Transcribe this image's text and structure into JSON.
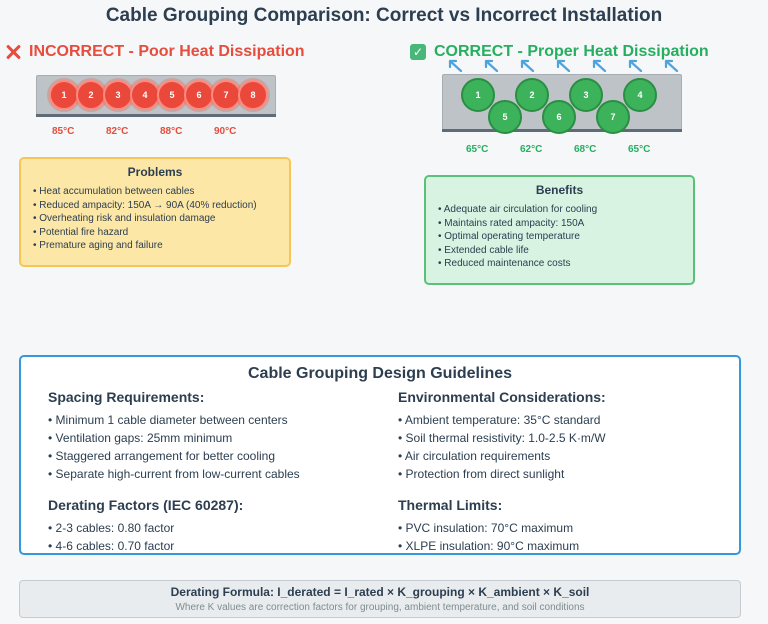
{
  "title": "Cable Grouping Comparison: Correct vs Incorrect Installation",
  "incorrect": {
    "heading": "INCORRECT - Poor Heat Dissipation",
    "cables": [
      "1",
      "2",
      "3",
      "4",
      "5",
      "6",
      "7",
      "8"
    ],
    "temperatures": [
      "85°C",
      "82°C",
      "88°C",
      "90°C"
    ],
    "color": "#e74c3c"
  },
  "correct": {
    "heading": "CORRECT - Proper Heat Dissipation",
    "cables": [
      "1",
      "2",
      "3",
      "4",
      "5",
      "6",
      "7"
    ],
    "temperatures": [
      "65°C",
      "62°C",
      "68°C",
      "65°C"
    ],
    "color": "#27ae60"
  },
  "problems": {
    "title": "Problems",
    "items": [
      "Heat accumulation between cables",
      "Reduced ampacity: 150A → 90A (40% reduction)",
      "Overheating risk and insulation damage",
      "Potential fire hazard",
      "Premature aging and failure"
    ]
  },
  "benefits": {
    "title": "Benefits",
    "items": [
      "Adequate air circulation for cooling",
      "Maintains rated ampacity: 150A",
      "Optimal operating temperature",
      "Extended cable life",
      "Reduced maintenance costs"
    ]
  },
  "guidelines": {
    "title": "Cable Grouping Design Guidelines",
    "spacing": {
      "heading": "Spacing Requirements:",
      "items": [
        "Minimum 1 cable diameter between centers",
        "Ventilation gaps: 25mm minimum",
        "Staggered arrangement for better cooling",
        "Separate high-current from low-current cables"
      ]
    },
    "environment": {
      "heading": "Environmental Considerations:",
      "items": [
        "Ambient temperature: 35°C standard",
        "Soil thermal resistivity: 1.0-2.5 K·m/W",
        "Air circulation requirements",
        "Protection from direct sunlight"
      ]
    },
    "derating": {
      "heading": "Derating Factors (IEC 60287):",
      "items": [
        "2-3 cables: 0.80 factor",
        "4-6 cables: 0.70 factor"
      ]
    },
    "thermal": {
      "heading": "Thermal Limits:",
      "items": [
        "PVC insulation: 70°C maximum",
        "XLPE insulation: 90°C maximum"
      ]
    }
  },
  "formula": {
    "main": "Derating Formula: I_derated = I_rated × K_grouping × K_ambient × K_soil",
    "sub": "Where K values are correction factors for grouping, ambient temperature, and soil conditions"
  }
}
